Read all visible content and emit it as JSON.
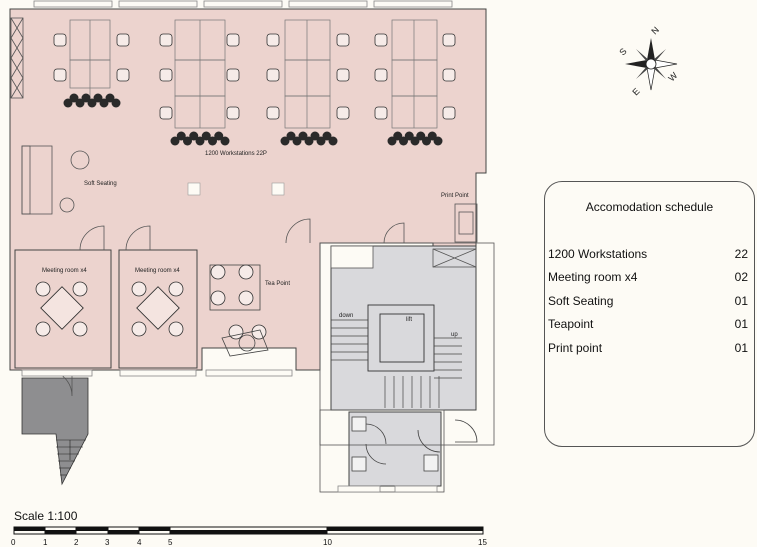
{
  "plan_labels": {
    "workstations": "1200 Workstations 22P",
    "soft_seating": "Soft Seating",
    "print_point": "Print Point",
    "meeting_room_1": "Meeting room x4",
    "meeting_room_2": "Meeting room x4",
    "tea_point": "Tea Point",
    "lift": "lift",
    "down": "down",
    "up": "up"
  },
  "compass": {
    "n": "N",
    "s": "S",
    "e": "E",
    "w": "W"
  },
  "schedule": {
    "title": "Accomodation schedule",
    "rows": [
      {
        "label": "1200 Workstations",
        "value": "22"
      },
      {
        "label": "Meeting room x4",
        "value": "02"
      },
      {
        "label": "Soft Seating",
        "value": "01"
      },
      {
        "label": "Teapoint",
        "value": "01"
      },
      {
        "label": "Print point",
        "value": "01"
      }
    ]
  },
  "scale": {
    "title": "Scale 1:100",
    "ticks": [
      "0",
      "1",
      "2",
      "3",
      "4",
      "5",
      "10",
      "15"
    ]
  },
  "colors": {
    "floor": "#ecd3ce",
    "core": "#d9d9dc",
    "stair": "#8e8e90",
    "line": "#333333",
    "plant": "#2a2a2a"
  }
}
